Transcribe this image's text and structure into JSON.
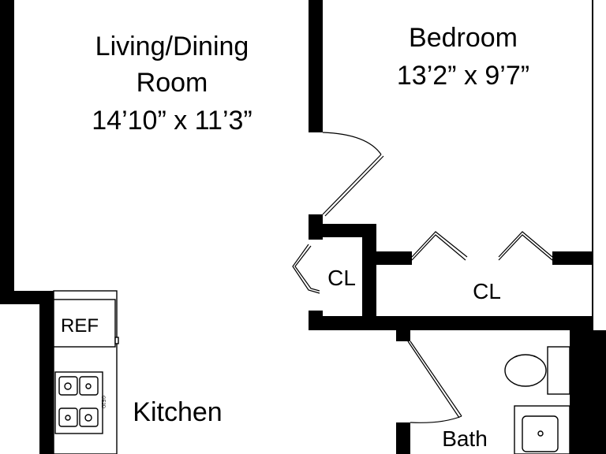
{
  "rooms": {
    "living": {
      "name_line1": "Living/Dining",
      "name_line2": "Room",
      "dimensions": "14’10” x 11’3”"
    },
    "bedroom": {
      "name": "Bedroom",
      "dimensions": "13’2” x 9’7”"
    },
    "closet_left": {
      "name": "CL"
    },
    "closet_right": {
      "name": "CL"
    },
    "kitchen": {
      "name": "Kitchen"
    },
    "bath": {
      "name": "Bath"
    }
  },
  "fixtures": {
    "refrigerator": "REF",
    "stove_mark": "GE2D"
  },
  "colors": {
    "wall": "#000000",
    "background": "#ffffff"
  }
}
